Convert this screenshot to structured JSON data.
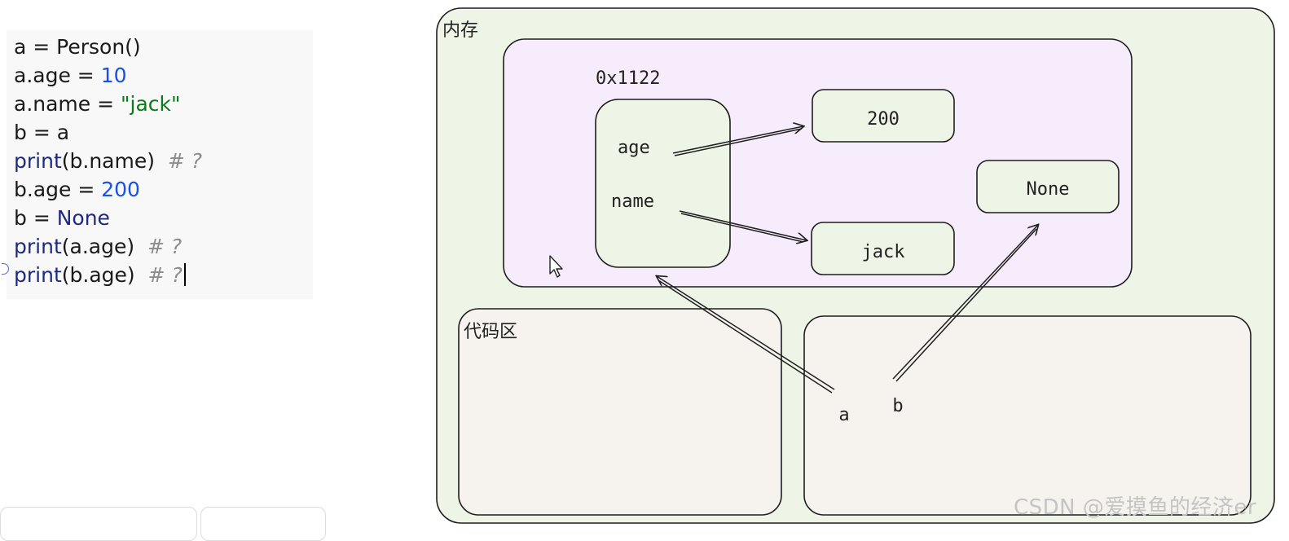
{
  "code": {
    "lines": [
      [
        {
          "t": "a = Person()",
          "c": ""
        }
      ],
      [
        {
          "t": "a.age = ",
          "c": ""
        },
        {
          "t": "10",
          "c": "num"
        }
      ],
      [
        {
          "t": "a.name = ",
          "c": ""
        },
        {
          "t": "\"jack\"",
          "c": "str"
        }
      ],
      [
        {
          "t": "b = a",
          "c": ""
        }
      ],
      [
        {
          "t": "print",
          "c": "kw"
        },
        {
          "t": "(b.name)  ",
          "c": ""
        },
        {
          "t": "# ?",
          "c": "cmt"
        }
      ],
      [
        {
          "t": "b.age = ",
          "c": ""
        },
        {
          "t": "200",
          "c": "num"
        }
      ],
      [
        {
          "t": "b = ",
          "c": ""
        },
        {
          "t": "None",
          "c": "kw"
        }
      ],
      [
        {
          "t": "print",
          "c": "kw"
        },
        {
          "t": "(a.age)  ",
          "c": ""
        },
        {
          "t": "# ?",
          "c": "cmt"
        }
      ],
      [
        {
          "t": "print",
          "c": "kw"
        },
        {
          "t": "(b.age)  ",
          "c": ""
        },
        {
          "t": "# ?",
          "c": "cmt"
        }
      ]
    ]
  },
  "diagram": {
    "memory_label": "内存",
    "code_area_label": "代码区",
    "object_address": "0x1122",
    "field_age": "age",
    "field_name": "name",
    "value_200": "200",
    "value_jack": "jack",
    "value_none": "None",
    "var_a": "a",
    "var_b": "b",
    "colors": {
      "memory_bg": "#eef4e6",
      "heap_bg": "#f7ecfb",
      "object_bg": "#eef4e6",
      "value_bg": "#eef4e6",
      "code_area_bg": "#f6f3ef",
      "stroke": "#1e1e1e"
    }
  },
  "watermark": "CSDN @爱摸鱼的经济er"
}
